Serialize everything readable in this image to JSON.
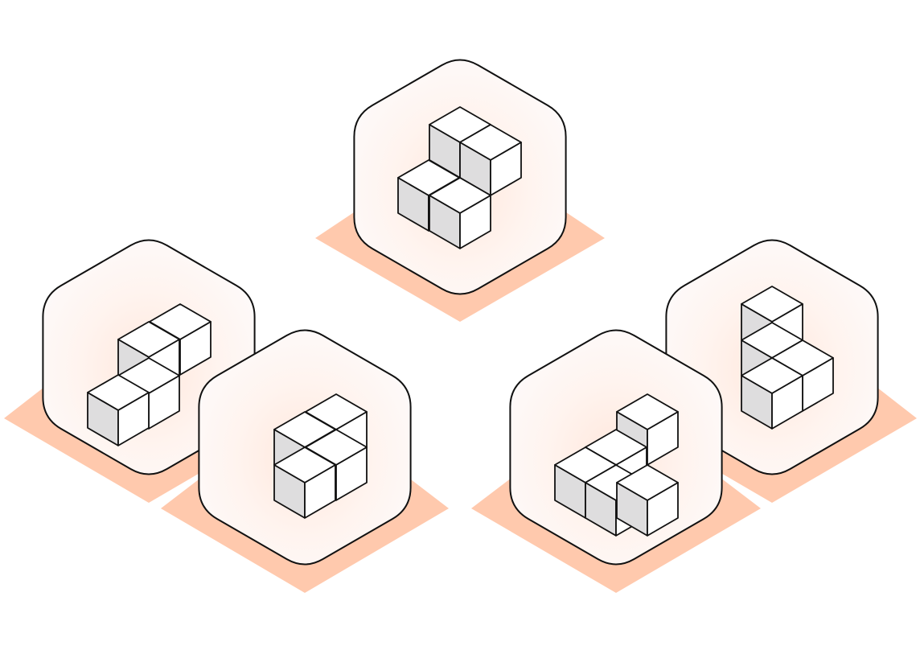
{
  "palette": {
    "background": "#ffffff",
    "shadow": "#ffc9ad",
    "tile_fill": "#fdfafa",
    "tile_glow": "#ffe7dc",
    "outline": "#111111",
    "cube_light": "#ffffff",
    "cube_dark": "#deddde"
  },
  "illustration": {
    "subject": "isometric-block-tiles",
    "tiles": [
      {
        "name": "tile-top-center",
        "cube_count": 4
      },
      {
        "name": "tile-left-back",
        "cube_count": 4
      },
      {
        "name": "tile-left-front",
        "cube_count": 4
      },
      {
        "name": "tile-right-back",
        "cube_count": 4
      },
      {
        "name": "tile-right-front",
        "cube_count": 5
      }
    ]
  }
}
